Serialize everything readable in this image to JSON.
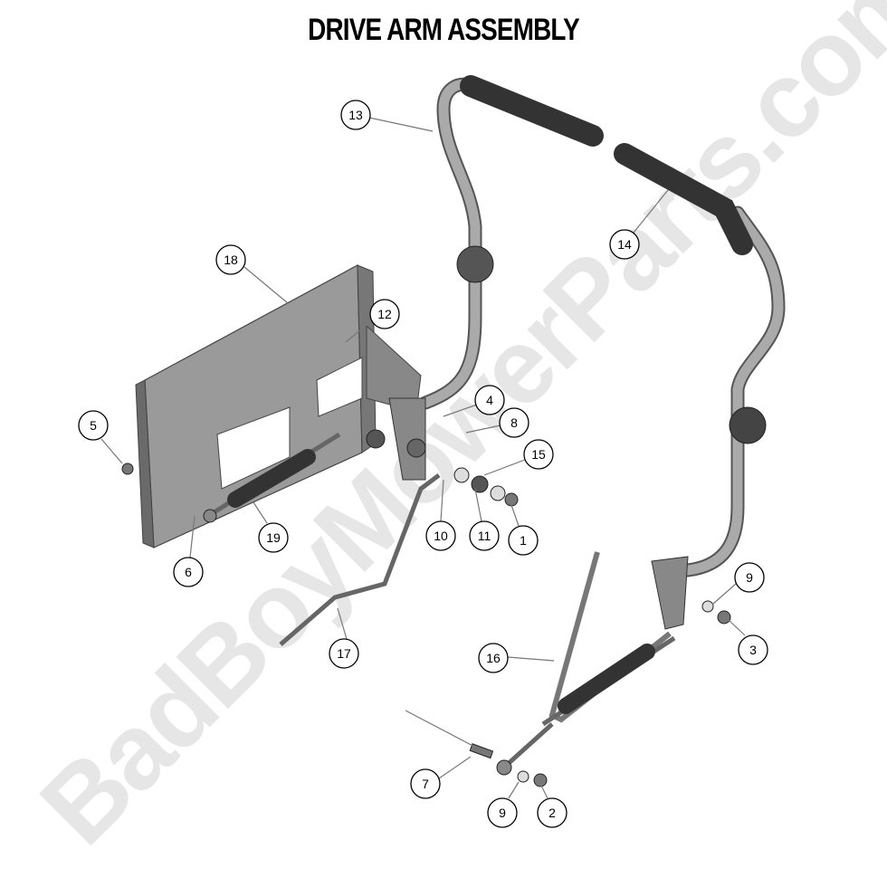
{
  "title": "DRIVE ARM ASSEMBLY",
  "watermark": "BadBoyMowerParts.com",
  "callouts": [
    "13",
    "14",
    "18",
    "12",
    "5",
    "4",
    "8",
    "15",
    "6",
    "19",
    "10",
    "11",
    "1",
    "17",
    "9",
    "3",
    "16",
    "7",
    "9",
    "2"
  ],
  "colors": {
    "part_fill": "#8a8a8a",
    "grip": "#3a3a3a",
    "watermark": "#e6e6e6"
  }
}
